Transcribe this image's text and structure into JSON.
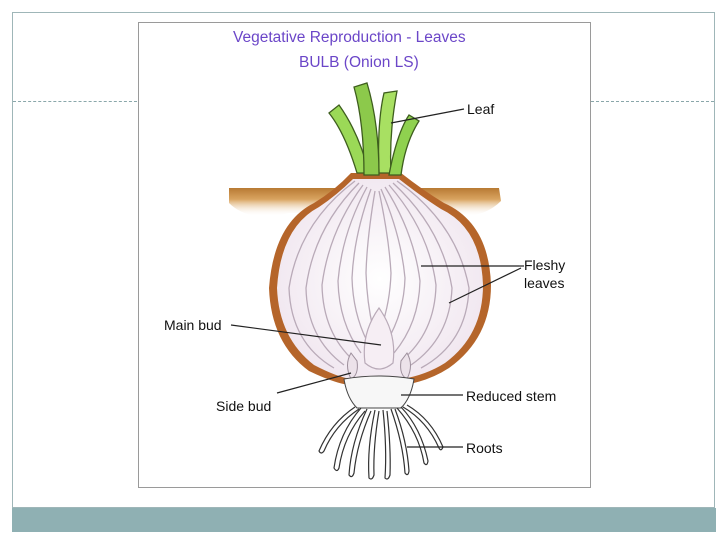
{
  "title": "Vegetative Reproduction - Leaves",
  "subtitle": "BULB (Onion LS)",
  "labels": {
    "leaf": "Leaf",
    "fleshy_1": "Fleshy",
    "fleshy_2": "leaves",
    "main_bud": "Main bud",
    "side_bud": "Side bud",
    "reduced_stem": "Reduced stem",
    "roots": "Roots"
  },
  "colors": {
    "title": "#6b46c8",
    "soil": "#c98a3c",
    "skin": "#b5652a",
    "leaf": "#8fd14f",
    "bar": "#8fb0b3"
  }
}
